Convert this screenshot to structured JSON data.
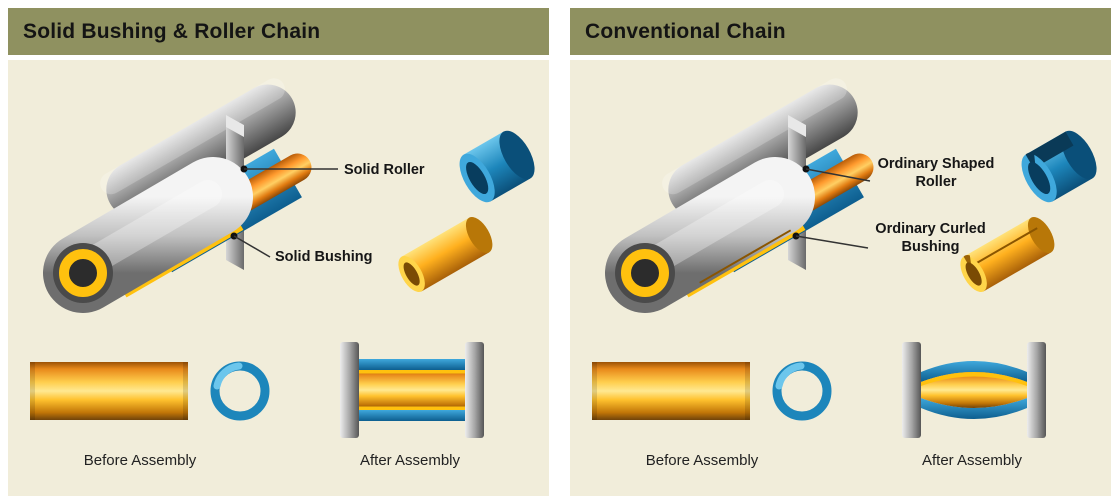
{
  "colors": {
    "header_bg": "#8f9160",
    "panel_bg": "#f1edda",
    "blue": "#1d86bb",
    "orange": "#f6921e",
    "yellow": "#ffc10e"
  },
  "panels": [
    {
      "title": "Solid Bushing & Roller Chain",
      "labels": {
        "roller": "Solid Roller",
        "bushing": "Solid Bushing"
      },
      "captions": {
        "before": "Before Assembly",
        "after": "After Assembly"
      }
    },
    {
      "title": "Conventional Chain",
      "labels": {
        "roller": "Ordinary Shaped Roller",
        "bushing": "Ordinary Curled Bushing"
      },
      "captions": {
        "before": "Before Assembly",
        "after": "After Assembly"
      }
    }
  ]
}
